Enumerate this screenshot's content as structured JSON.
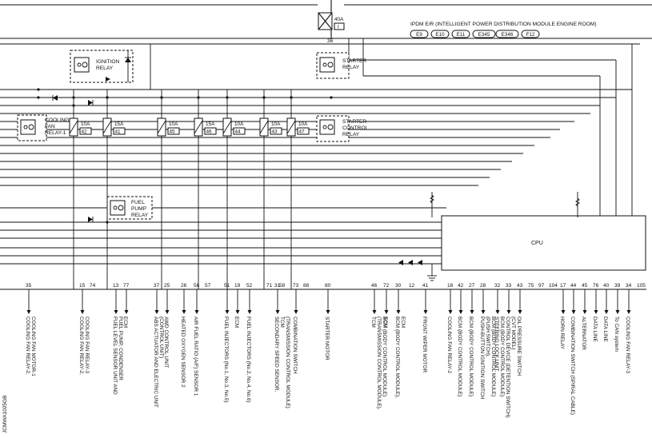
{
  "header": {
    "module_title": "IPDM E/R (INTELLIGENT POWER DISTRIBUTION MODULE ENGINE ROOM)",
    "connectors": [
      "E9",
      "E10",
      "E11",
      "E345",
      "E346",
      "F12"
    ],
    "main_fuse": {
      "amp": "40A",
      "num": "I",
      "pin": "36"
    }
  },
  "relays": {
    "ignition": [
      "IGNITION",
      "RELAY"
    ],
    "starter": [
      "STARTER",
      "RELAY"
    ],
    "cooling_fan_1": [
      "COOLING",
      "FAN",
      "RELAY-1"
    ],
    "starter_control": [
      "STARTER",
      "CONTROL",
      "RELAY"
    ],
    "fuel_pump": [
      "FUEL",
      "PUMP",
      "RELAY"
    ]
  },
  "fuses": [
    {
      "amp": "10A",
      "num": "42"
    },
    {
      "amp": "15A",
      "num": "41"
    },
    {
      "amp": "10A",
      "num": "45"
    },
    {
      "amp": "15A",
      "num": "46"
    },
    {
      "amp": "10A",
      "num": "44"
    },
    {
      "amp": "10A",
      "num": "43"
    },
    {
      "amp": "10A",
      "num": "47"
    }
  ],
  "cpu_label": "CPU",
  "pins": [
    "35",
    "15",
    "74",
    "13",
    "77",
    "37",
    "25",
    "26",
    "56",
    "57",
    "51",
    "19",
    "52",
    "71",
    "31",
    "58",
    "73",
    "88",
    "80",
    "46",
    "72",
    "30",
    "12",
    "41",
    "16",
    "42",
    "27",
    "28",
    "32",
    "33",
    "43",
    "75",
    "97",
    "104",
    "17",
    "44",
    "45",
    "76",
    "40",
    "39",
    "34",
    "105"
  ],
  "outputs": [
    {
      "lines": [
        "COOLING FAN RELAY-2,",
        "COOLING FAN MOTOR-1"
      ]
    },
    {
      "lines": [
        "COOLING FAN RELAY-2,",
        "COOLING FAN RELAY-3"
      ]
    },
    {
      "lines": [
        "FUEL LEVEL SENSOR UNIT AND",
        "FUEL PUMP, CONDENSER"
      ]
    },
    {
      "lines": [
        "ECM"
      ]
    },
    {
      "lines": [
        "ABS ACTUATOR AND ELECTRIC UNIT",
        "(CONTROL UNIT)"
      ]
    },
    {
      "lines": [
        "AWD CONTROL UNIT"
      ]
    },
    {
      "lines": [
        "HEATED OXYGEN SENSOR 2"
      ]
    },
    {
      "lines": [
        "AIR FUEL RATIO (A/F) SENSOR 1"
      ]
    },
    {
      "lines": [
        "FUEL INJECTORS (No.1, No.3, No.5)"
      ]
    },
    {
      "lines": [
        "ECM"
      ]
    },
    {
      "lines": [
        "FUEL INJECTORS (No.2, No.4, No.6)"
      ]
    },
    {
      "lines": [
        "SECONDARY SPEED SENSOR,",
        "TCM",
        "(TRANSMISSION CONTROL MODULE)"
      ]
    },
    {
      "lines": [
        "COMBINATION SWITCH"
      ]
    },
    {
      "lines": [
        "STARTER MOTOR"
      ]
    },
    {
      "lines": [
        "TCM",
        "(TRANSMISSION CONTROL MODULE),",
        "BCM (BODY CONTROL MODULE)"
      ]
    },
    {
      "lines": [
        "ECM"
      ]
    },
    {
      "lines": [
        "BCM (BODY CONTROL MODULE),",
        "ECM"
      ]
    },
    {
      "lines": [
        "FRONT WIPER MOTOR"
      ]
    },
    {
      "lines": [
        "COOLING FAN RELAY-2"
      ]
    },
    {
      "lines": [
        "BCM (BODY CONTROL MODULE)"
      ]
    },
    {
      "lines": [
        "BCM (BODY CONTROL MODULE)"
      ]
    },
    {
      "lines": [
        "PUSH-BUTTON IGNITION SWITCH",
        "(PUSH SWITCH),",
        "BCM (BODY CONTROL MODULE)"
      ]
    },
    {
      "lines": [
        "STEERING LOCK UNIT,",
        "BCM (BODY CONTROL MODULE)"
      ]
    },
    {
      "lines": [
        "CONTROL DEVICE (DETENTION SWITCH)",
        "(CVT MODEL)"
      ]
    },
    {
      "lines": [
        "OIL PRESSURE SWITCH"
      ]
    },
    {
      "lines": [
        "HORN RELAY"
      ]
    },
    {
      "lines": [
        "COMBINATION SWITCH (SPIRAL CABLE)"
      ]
    },
    {
      "lines": [
        "ALTERNATOR"
      ]
    },
    {
      "lines": [
        "DATA LINE"
      ]
    },
    {
      "lines": [
        "DATA LINE"
      ]
    },
    {
      "lines": [
        "To CAN system"
      ]
    },
    {
      "lines": [
        "COOLING FAN RELAY-3"
      ]
    }
  ],
  "diagram_id": "JCMWA1025GB"
}
